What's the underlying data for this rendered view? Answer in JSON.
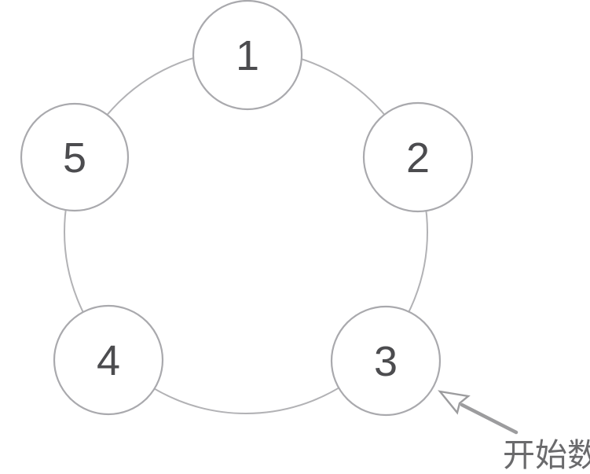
{
  "diagram": {
    "type": "ring-of-nodes",
    "nodes": [
      {
        "label": "1"
      },
      {
        "label": "2"
      },
      {
        "label": "3"
      },
      {
        "label": "4"
      },
      {
        "label": "5"
      }
    ],
    "annotation": {
      "label": "开始数",
      "target_node": "3"
    },
    "colors": {
      "background": "#ffffff",
      "ring_stroke": "#b2b2b5",
      "node_stroke": "#a9a9ad",
      "node_fill": "#ffffff",
      "node_label": "#4c4c4f",
      "arrow": "#9c9c9e",
      "annotation_text": "#6a6a6c"
    }
  }
}
